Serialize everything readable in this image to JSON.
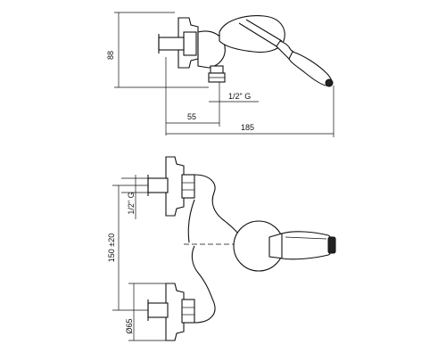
{
  "dimensions": {
    "top_height": "88",
    "thread_top": "1/2\" G",
    "inlet_offset": "55",
    "overall_length": "185",
    "thread_side": "1/2\" G",
    "center_distance": "150 ±20",
    "flange_diameter": "Ø65"
  }
}
